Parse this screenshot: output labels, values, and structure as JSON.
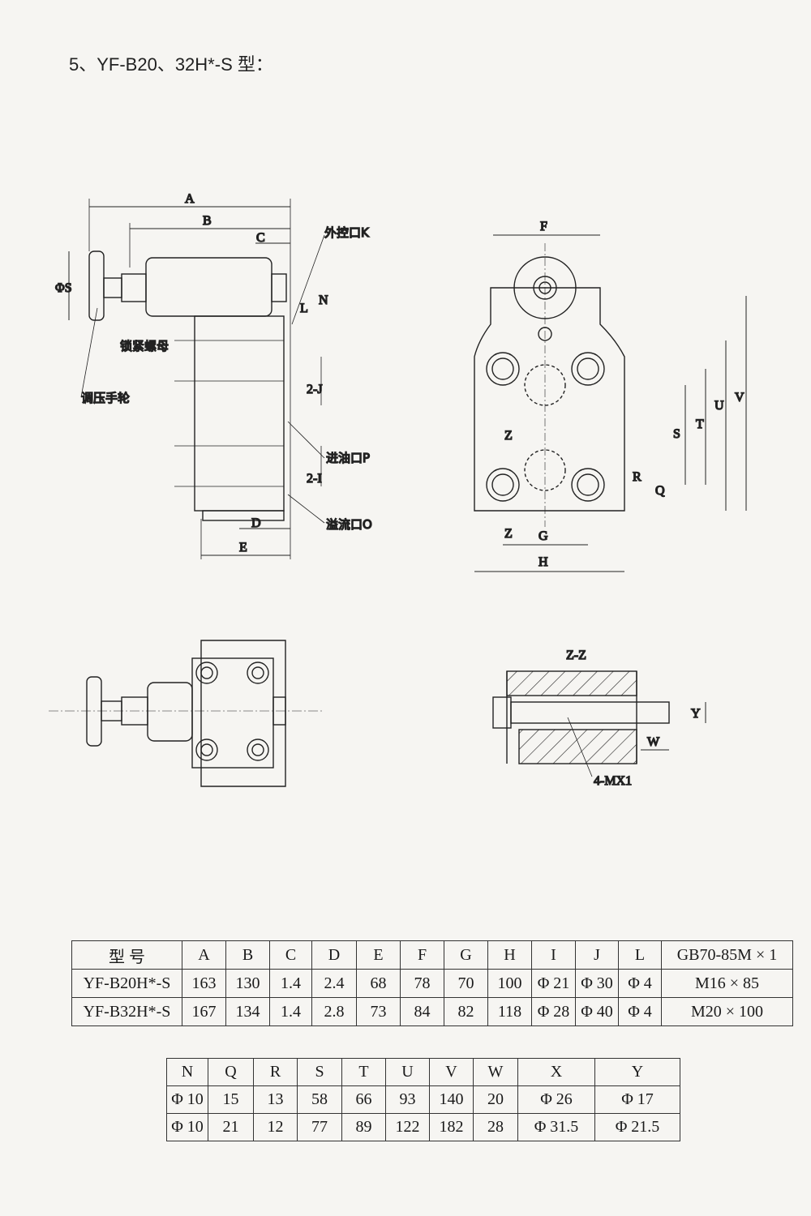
{
  "title": "5、YF-B20、32H*-S 型：",
  "drawing_labels": {
    "A": "A",
    "B": "B",
    "C": "C",
    "K": "外控口K",
    "L": "L",
    "N": "N",
    "S_dia": "ΦS",
    "lock_nut": "锁紧螺母",
    "handwheel": "调压手轮",
    "two_J": "2-J",
    "inlet_P": "进油口P",
    "two_I": "2-I",
    "overflow_O": "溢流口O",
    "D": "D",
    "E": "E",
    "F": "F",
    "Z1": "Z",
    "Z2": "Z",
    "G": "G",
    "H": "H",
    "S": "S",
    "T": "T",
    "U": "U",
    "V": "V",
    "R": "R",
    "Q": "Q",
    "section": "Z-Z",
    "Y": "Y",
    "W": "W",
    "bolt": "4-MX1"
  },
  "table1": {
    "headers": [
      "型 号",
      "A",
      "B",
      "C",
      "D",
      "E",
      "F",
      "G",
      "H",
      "I",
      "J",
      "L",
      "GB70-85M × 1"
    ],
    "rows": [
      [
        "YF-B20H*-S",
        "163",
        "130",
        "1.4",
        "2.4",
        "68",
        "78",
        "70",
        "100",
        "Φ 21",
        "Φ 30",
        "Φ 4",
        "M16 × 85"
      ],
      [
        "YF-B32H*-S",
        "167",
        "134",
        "1.4",
        "2.8",
        "73",
        "84",
        "82",
        "118",
        "Φ 28",
        "Φ 40",
        "Φ 4",
        "M20 × 100"
      ]
    ]
  },
  "table2": {
    "headers": [
      "N",
      "Q",
      "R",
      "S",
      "T",
      "U",
      "V",
      "W",
      "X",
      "Y"
    ],
    "rows": [
      [
        "Φ 10",
        "15",
        "13",
        "58",
        "66",
        "93",
        "140",
        "20",
        "Φ 26",
        "Φ 17"
      ],
      [
        "Φ 10",
        "21",
        "12",
        "77",
        "89",
        "122",
        "182",
        "28",
        "Φ 31.5",
        "Φ 21.5"
      ]
    ]
  }
}
